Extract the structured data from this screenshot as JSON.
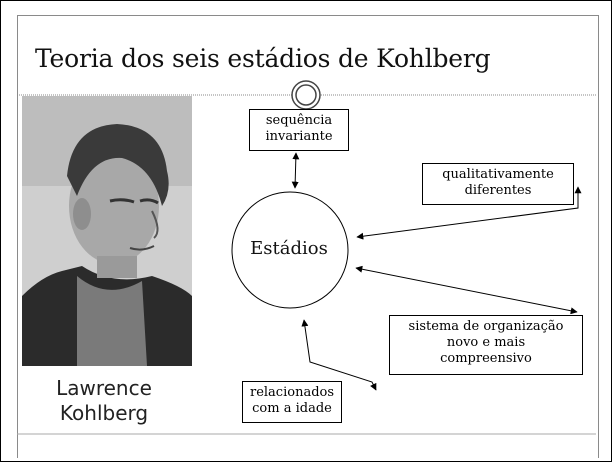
{
  "slide": {
    "title": "Teoria dos seis estádios de Kohlberg",
    "photo_caption_line1": "Lawrence",
    "photo_caption_line2": "Kohlberg"
  },
  "diagram": {
    "center_label": "Estádios",
    "nodes": [
      {
        "id": "seq",
        "line1": "sequência",
        "line2": "invariante"
      },
      {
        "id": "qual",
        "line1": "qualitativamente",
        "line2": "diferentes"
      },
      {
        "id": "sis",
        "line1": "sistema de organização",
        "line2": "novo e mais",
        "line3": "compreensivo"
      },
      {
        "id": "rel",
        "line1": "relacionados",
        "line2": "com a idade"
      }
    ]
  }
}
